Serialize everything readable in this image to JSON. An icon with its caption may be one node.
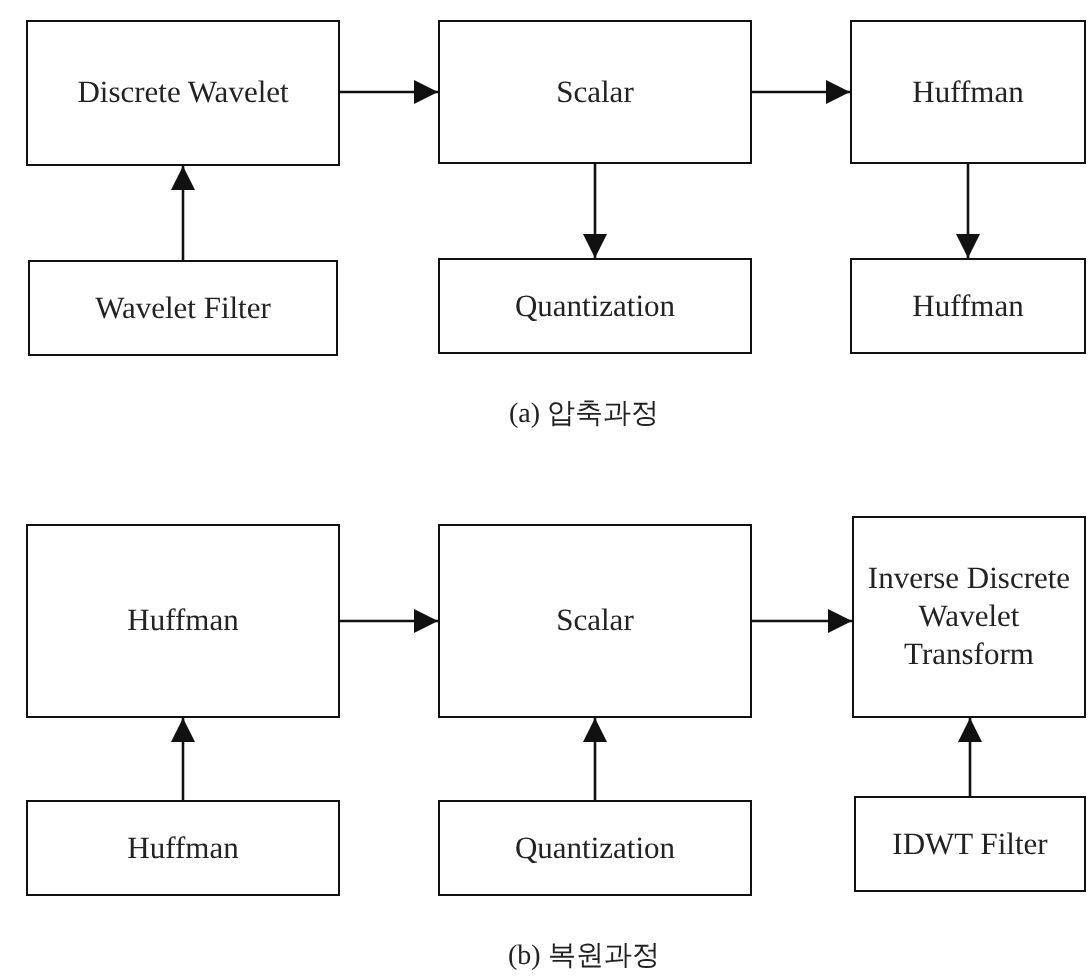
{
  "diagram": {
    "nodes": [
      {
        "text": [
          "Discrete Wavelet"
        ]
      },
      {
        "text": [
          "Scalar"
        ]
      },
      {
        "text": [
          "Huffman"
        ]
      },
      {
        "text": [
          "Wavelet Filter"
        ]
      },
      {
        "text": [
          "Quantization"
        ]
      },
      {
        "text": [
          "Huffman"
        ]
      },
      {
        "text": [
          "Huffman"
        ]
      },
      {
        "text": [
          "Scalar"
        ]
      },
      {
        "text": [
          "Inverse Discrete Wavelet Transform"
        ]
      },
      {
        "text": [
          "Huffman"
        ]
      },
      {
        "text": [
          "Quantization"
        ]
      },
      {
        "text": [
          "IDWT Filter"
        ]
      }
    ],
    "edges": [
      {
        "from": 0,
        "to": 1,
        "arrow": "to"
      },
      {
        "from": 1,
        "to": 2,
        "arrow": "to"
      },
      {
        "from": 3,
        "to": 0,
        "arrow": "to"
      },
      {
        "from": 1,
        "to": 4,
        "arrow": "to"
      },
      {
        "from": 2,
        "to": 5,
        "arrow": "to"
      },
      {
        "from": 6,
        "to": 7,
        "arrow": "to"
      },
      {
        "from": 7,
        "to": 8,
        "arrow": "to"
      },
      {
        "from": 9,
        "to": 6,
        "arrow": "to"
      },
      {
        "from": 10,
        "to": 7,
        "arrow": "to"
      },
      {
        "from": 11,
        "to": 8,
        "arrow": "to"
      }
    ],
    "labels": [
      "(a) 압축과정",
      "(b) 복원과정"
    ]
  }
}
